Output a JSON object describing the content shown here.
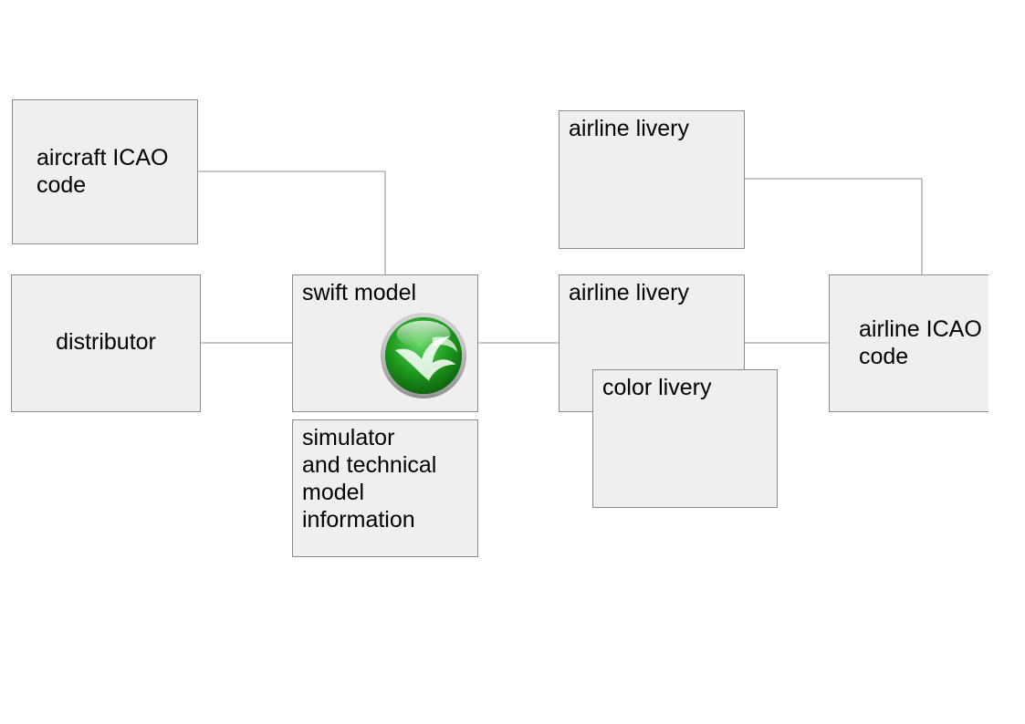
{
  "diagram": {
    "nodes": {
      "aircraft_icao": "aircraft ICAO\ncode",
      "distributor": "distributor",
      "swift_model": "swift model",
      "simulator_info": "simulator\nand technical\nmodel\ninformation",
      "airline_livery_top": "airline livery",
      "airline_livery": "airline livery",
      "color_livery": "color livery",
      "airline_icao": "airline ICAO\ncode"
    },
    "icons": {
      "swift_logo": "swift-logo-icon"
    }
  },
  "colors": {
    "node_fill": "#efefef",
    "node_border": "#8c8c8c",
    "connector": "#8c8c8c",
    "logo_green": "#1e9a1e",
    "logo_rim": "#bdbdbd"
  }
}
